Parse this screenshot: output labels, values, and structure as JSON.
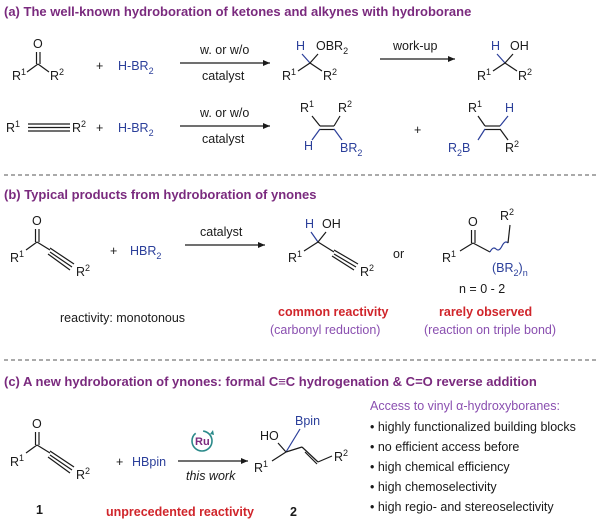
{
  "section_a": {
    "title": "(a) The well-known hydroboration of ketones and alkynes with hydroborane",
    "plus": "+",
    "reagent": "H-BR",
    "reagent_sub": "2",
    "cond_top": "w. or w/o",
    "cond_bottom": "catalyst",
    "workup": "work-up",
    "r1": "R",
    "r2": "R",
    "sup1": "1",
    "sup2": "2",
    "o": "O",
    "h": "H",
    "obr": "OBR",
    "obr_sub": "2",
    "oh": "OH",
    "br": "BR",
    "br_sub": "2",
    "r2b": "R",
    "r2b_sub": "2",
    "r2b_b": "B"
  },
  "section_b": {
    "title": "(b) Typical products from hydroboration of ynones",
    "plus": "+",
    "reagent": "HBR",
    "reagent_sub": "2",
    "cond": "catalyst",
    "or": "or",
    "reactivity_note": "reactivity: monotonous",
    "common_title": "common reactivity",
    "common_sub": "(carbonyl reduction)",
    "rare_title": "rarely observed",
    "rare_sub": "(reaction on triple bond)",
    "n_range": "n = 0 - 2",
    "br_n": "(BR",
    "br_n_sub": "2",
    "br_n_close": ")",
    "br_n_n": "n",
    "o": "O",
    "h": "H",
    "oh": "OH",
    "r": "R",
    "sup1": "1",
    "sup2": "2"
  },
  "section_c": {
    "title": "(c) A new hydroboration of ynones: formal C≡C hydrogenation & C=O reverse addition",
    "plus": "+",
    "reagent": "HBpin",
    "catalyst": "Ru",
    "this_work": "this work",
    "unprecedented": "unprecedented reactivity",
    "compound1": "1",
    "compound2": "2",
    "ho": "HO",
    "bpin": "Bpin",
    "o": "O",
    "r": "R",
    "sup1": "1",
    "sup2": "2",
    "access_title": "Access to vinyl α-hydroxyboranes:",
    "bullets": [
      "highly functionalized building blocks",
      "no efficient access before",
      "high chemical efficiency",
      "high chemoselectivity",
      "high regio- and stereoselectivity"
    ]
  },
  "colors": {
    "header": "#7a2a7e",
    "blue": "#2b3f9a",
    "red": "#d0252b",
    "purple": "#8a4fb0"
  }
}
